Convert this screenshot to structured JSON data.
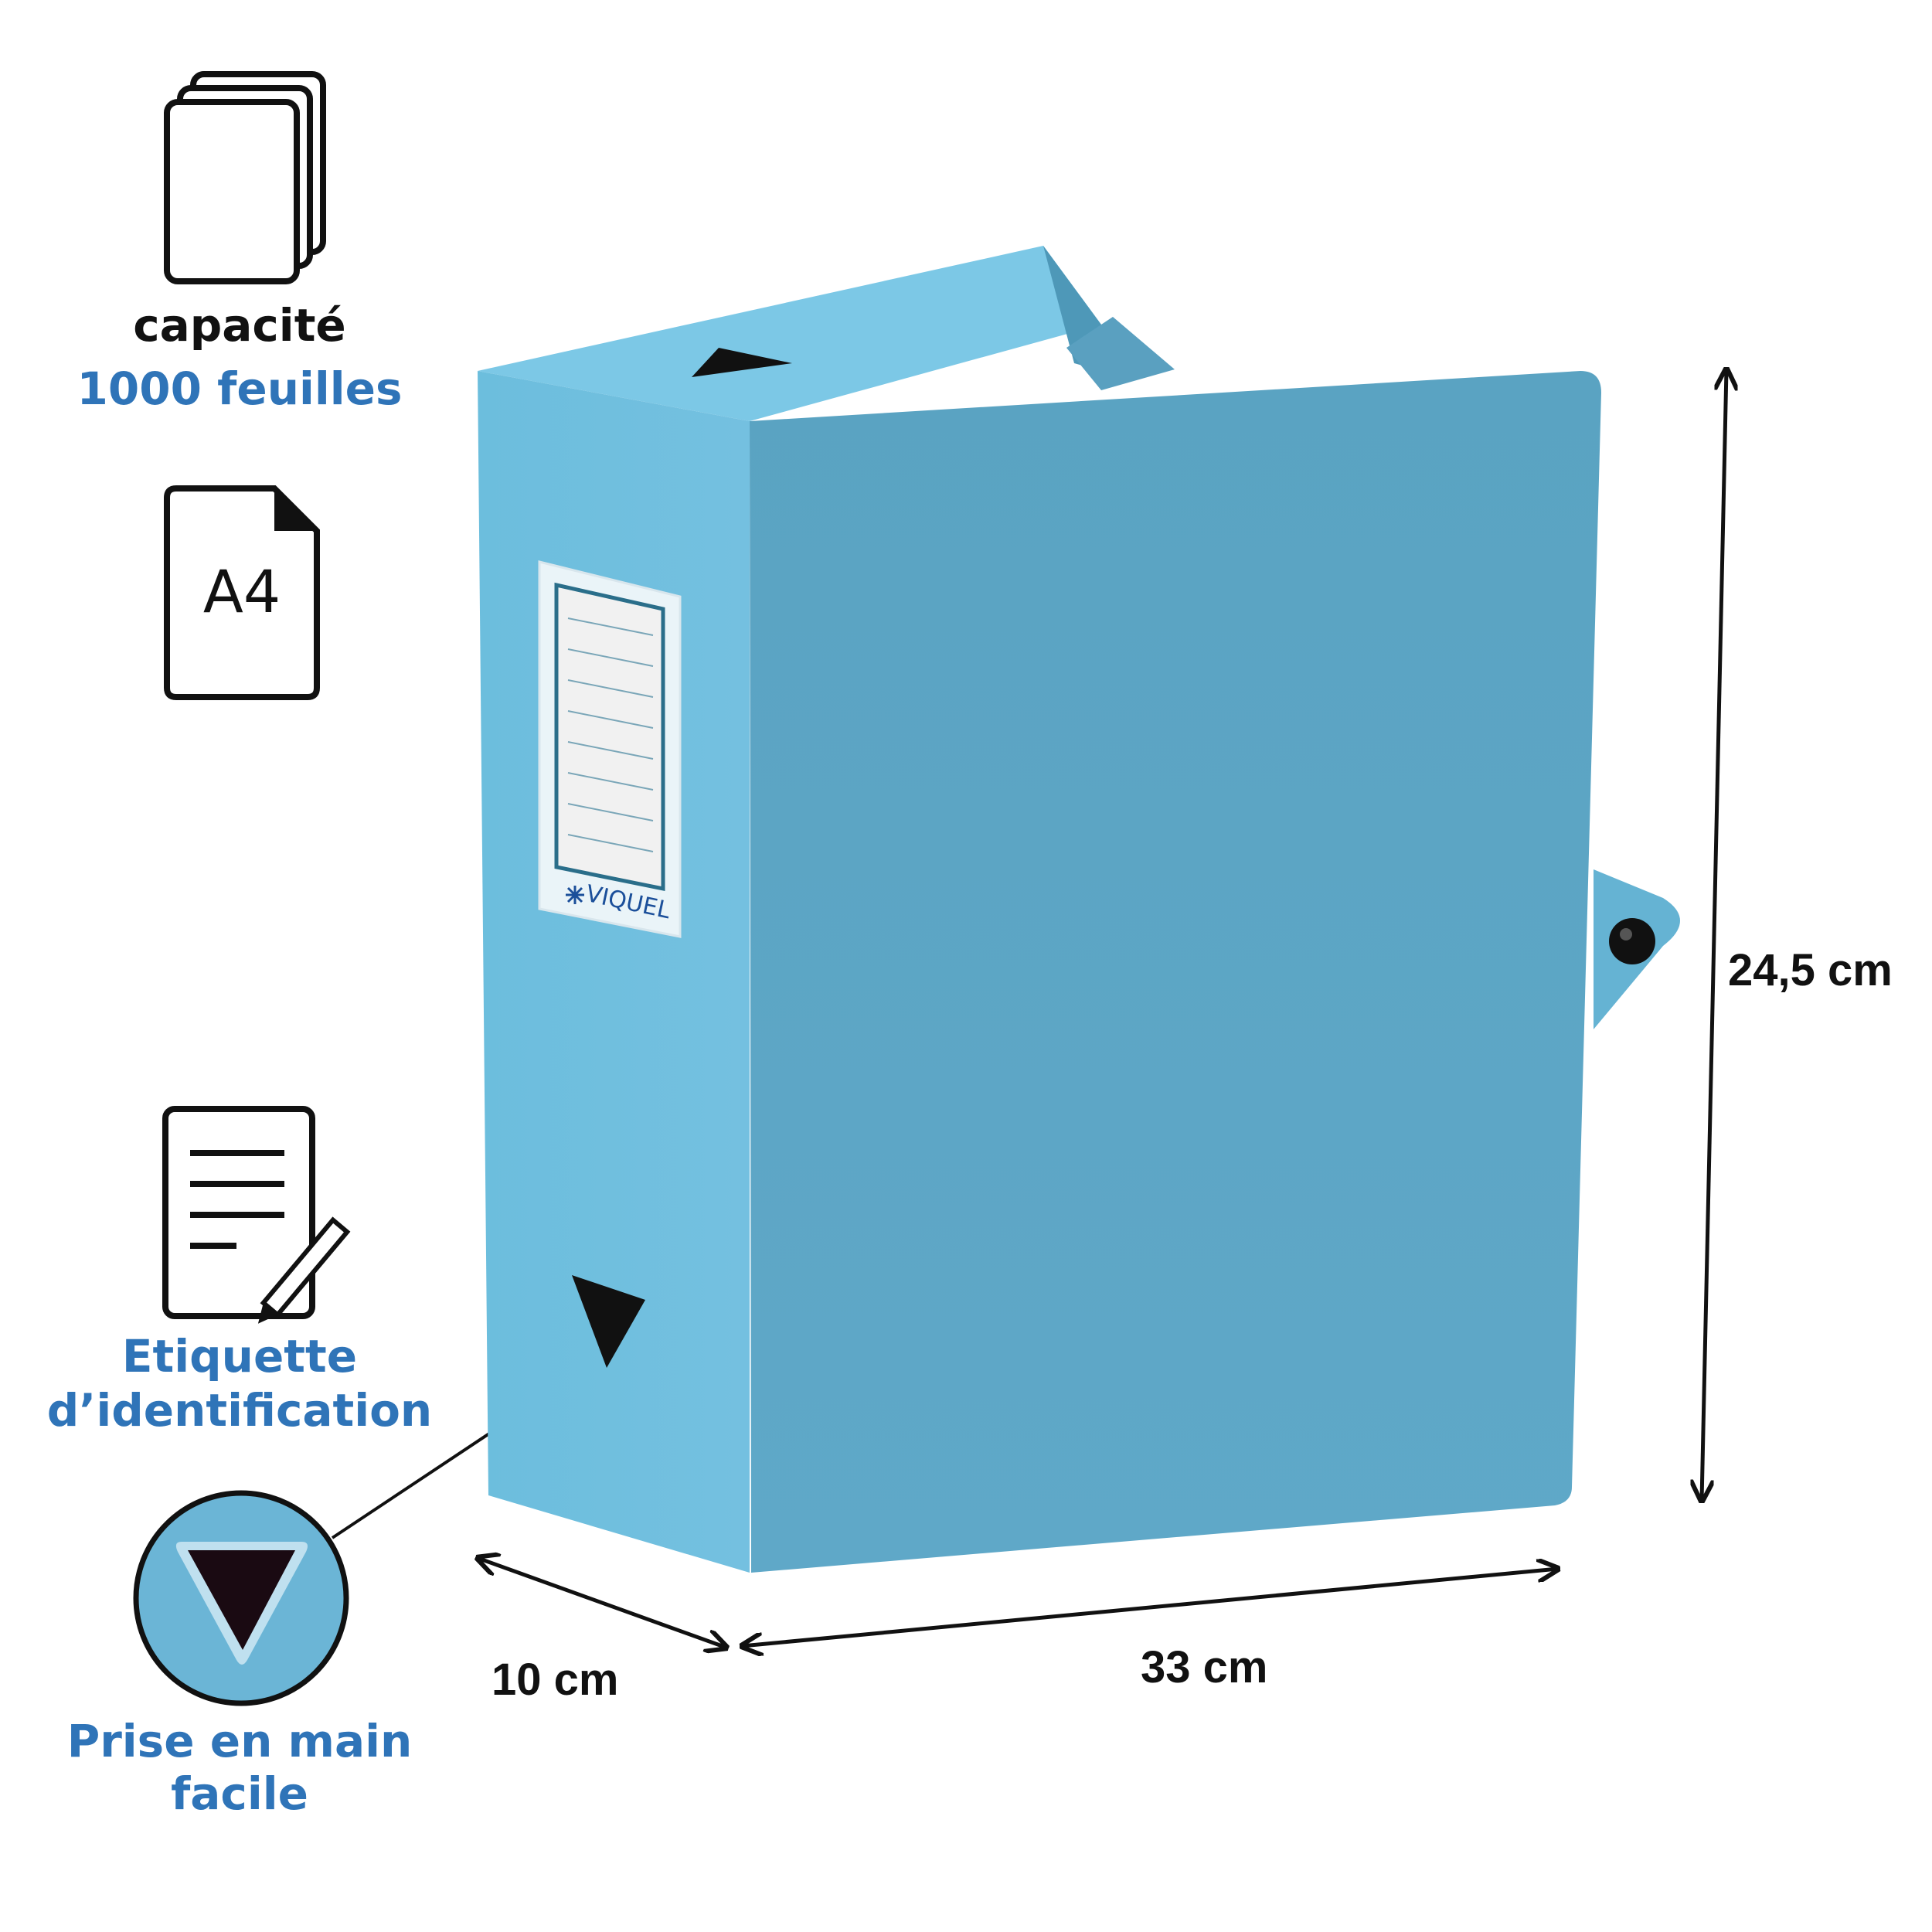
{
  "features": {
    "capacity": {
      "label": "capacité",
      "value": "1000 feuilles",
      "icon": "stacked-sheets-icon"
    },
    "format": {
      "label": "A4",
      "icon": "a4-page-icon"
    },
    "label_holder": {
      "label_line1": "Etiquette",
      "label_line2": "d’identification",
      "icon": "document-pen-icon"
    },
    "grip": {
      "label_line1": "Prise en main",
      "label_line2": "facile",
      "icon": "finger-hole-icon"
    }
  },
  "dimensions": {
    "height": "24,5 cm",
    "depth": "10 cm",
    "width": "33 cm"
  },
  "product": {
    "brand": "VIQUEL",
    "color": "#5aa6c8"
  },
  "colors": {
    "accent_blue": "#2f74b8",
    "text_dark": "#111111"
  }
}
